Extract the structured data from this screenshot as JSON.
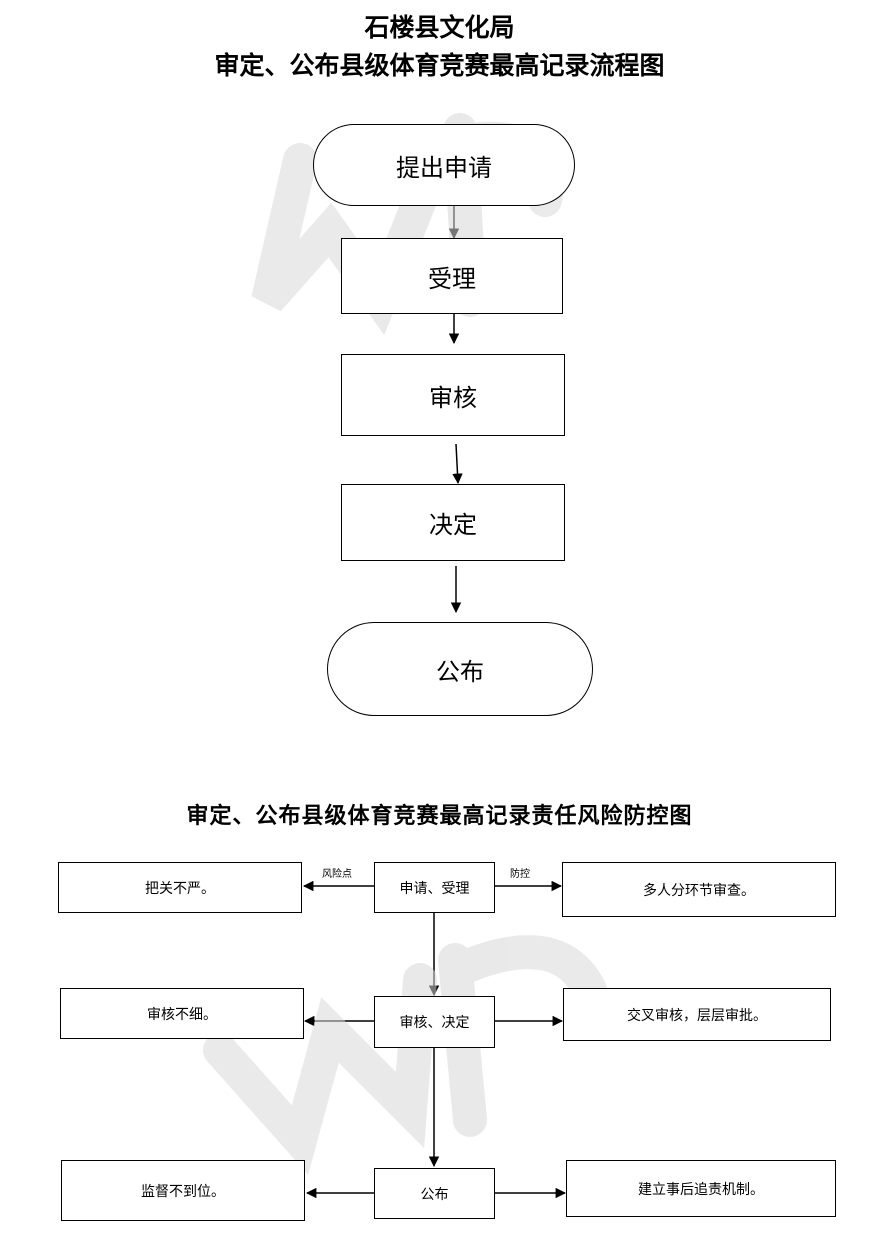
{
  "header": {
    "org": "石楼县文化局",
    "flow_title": "审定、公布县级体育竞赛最高记录流程图"
  },
  "flow": {
    "steps": [
      "提出申请",
      "受理",
      "审核",
      "决定",
      "公布"
    ]
  },
  "risk": {
    "title": "审定、公布县级体育竞赛最高记录责任风险防控图",
    "label_risk": "风险点",
    "label_control": "防控",
    "rows": [
      {
        "stage": "申请、受理",
        "risk": "把关不严。",
        "control": "多人分环节审查。"
      },
      {
        "stage": "审核、决定",
        "risk": "审核不细。",
        "control": "交叉审核，层层审批。"
      },
      {
        "stage": "公布",
        "risk": "监督不到位。",
        "control": "建立事后追责机制。"
      }
    ]
  }
}
